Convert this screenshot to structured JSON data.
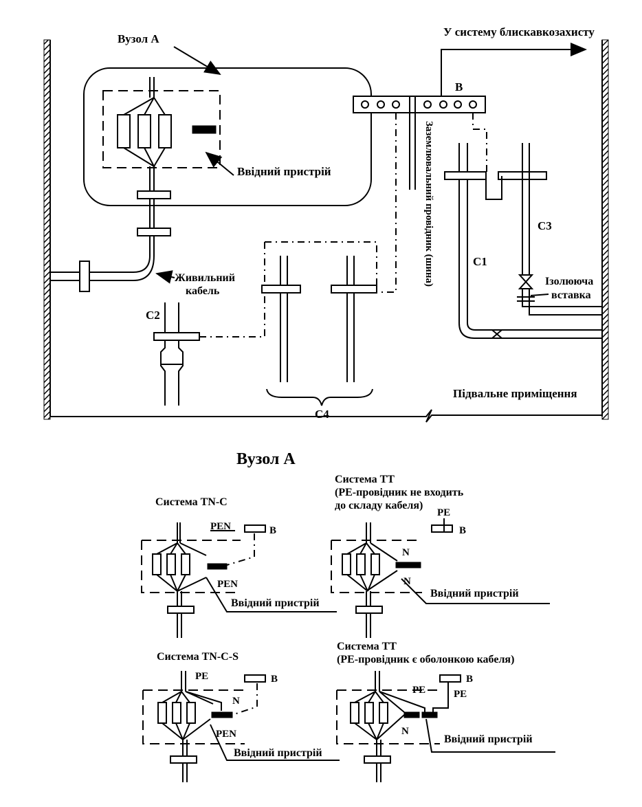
{
  "main": {
    "node_a_label": "Вузол А",
    "lightning_label": "У систему блискавкозахисту",
    "bus_label": "В",
    "input_device_label": "Ввідний пристрій",
    "earthing_conductor_label": "Заземлювальний провідник (шина)",
    "supply_cable_line1": "Живильний",
    "supply_cable_line2": "кабель",
    "c1": "С1",
    "c2": "С2",
    "c3": "С3",
    "c4": "С4",
    "insulating_insert_line1": "Ізолююча",
    "insulating_insert_line2": "вставка",
    "basement_label": "Підвальне приміщення"
  },
  "detail": {
    "title": "Вузол А",
    "tnc": {
      "title": "Система TN-C",
      "pen_top": "PEN",
      "pen_bottom": "PEN",
      "bus": "В",
      "device": "Ввідний пристрій"
    },
    "tt1": {
      "title_line1": "Система ТТ",
      "title_line2": "(РЕ-провідник не входить",
      "title_line3": "до складу кабеля)",
      "pe": "PE",
      "bus": "В",
      "n_top": "N",
      "n_bottom": "N",
      "device": "Ввідний пристрій"
    },
    "tncs": {
      "title": "Система TN-C-S",
      "pe": "PE",
      "n": "N",
      "pen": "PEN",
      "bus": "В",
      "device": "Ввідний пристрій"
    },
    "tt2": {
      "title_line1": "Система ТТ",
      "title_line2": "(РЕ-провідник є оболонкою кабеля)",
      "pe_top": "PE",
      "pe_right": "PE",
      "bus": "В",
      "n": "N",
      "device": "Ввідний пристрій"
    }
  }
}
